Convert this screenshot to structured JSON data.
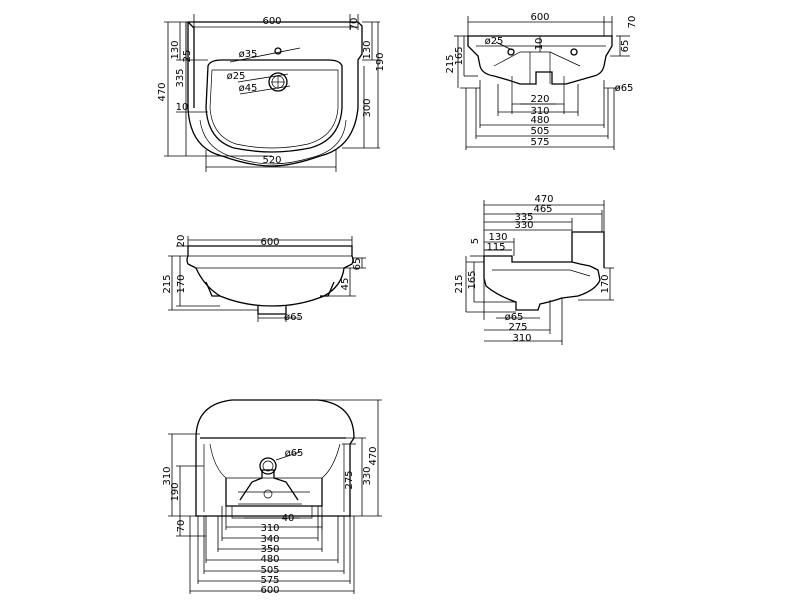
{
  "views": {
    "top": {
      "width": "600",
      "margin": "70",
      "left_130": "130",
      "left_25": "25",
      "right_130": "130",
      "depth_470": "470",
      "depth_335": "335",
      "right_190": "190",
      "right_300": "300",
      "offset_10": "10",
      "inner_520": "520",
      "hole_35": "ø35",
      "hole_25": "ø25",
      "hole_45": "ø45"
    },
    "front": {
      "width": "600",
      "margin": "70",
      "left_215": "215",
      "left_165": "165",
      "right_65": "65",
      "hole_25": "ø25",
      "dim_10": "10",
      "drain_65": "ø65",
      "dim_220": "220",
      "dim_310": "310",
      "dim_480": "480",
      "dim_505": "505",
      "dim_575": "575"
    },
    "section_front": {
      "top_20": "20",
      "width": "600",
      "left_215": "215",
      "left_170": "170",
      "right_65": "65",
      "right_45": "45",
      "drain_65": "ø65"
    },
    "side": {
      "d_470": "470",
      "d_465": "465",
      "d_335": "335",
      "d_330": "330",
      "d_130": "130",
      "d_115": "115",
      "d_5": "5",
      "left_215": "215",
      "left_165": "165",
      "right_170": "170",
      "drain_65": "ø65",
      "d_275": "275",
      "d_310": "310"
    },
    "bottom": {
      "h_470": "470",
      "h_330": "330",
      "h_275": "275",
      "left_310": "310",
      "left_190": "190",
      "left_70": "70",
      "drain_65": "ø65",
      "d_40": "40",
      "w_310": "310",
      "w_340": "340",
      "w_350": "350",
      "w_480": "480",
      "w_505": "505",
      "w_575": "575",
      "w_600": "600"
    }
  }
}
